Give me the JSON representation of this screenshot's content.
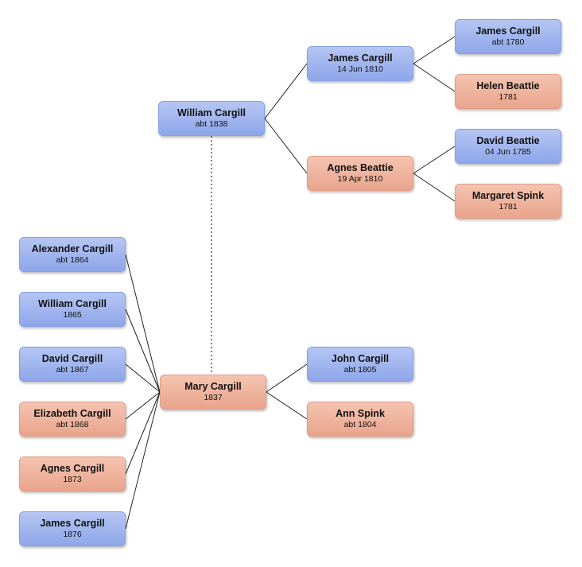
{
  "nodes": [
    {
      "key": "william_cargill_parent",
      "name": "William Cargill",
      "date": "abt 1838",
      "sex": "male"
    },
    {
      "key": "james_cargill_1810",
      "name": "James Cargill",
      "date": "14 Jun 1810",
      "sex": "male"
    },
    {
      "key": "agnes_beattie",
      "name": "Agnes Beattie",
      "date": "19 Apr 1810",
      "sex": "female"
    },
    {
      "key": "james_cargill_1780",
      "name": "James Cargill",
      "date": "abt 1780",
      "sex": "male"
    },
    {
      "key": "helen_beattie",
      "name": "Helen Beattie",
      "date": "1781",
      "sex": "female"
    },
    {
      "key": "david_beattie",
      "name": "David Beattie",
      "date": "04 Jun 1785",
      "sex": "male"
    },
    {
      "key": "margaret_spink",
      "name": "Margaret Spink",
      "date": "1781",
      "sex": "female"
    },
    {
      "key": "mary_cargill",
      "name": "Mary Cargill",
      "date": "1837",
      "sex": "female"
    },
    {
      "key": "john_cargill",
      "name": "John Cargill",
      "date": "abt 1805",
      "sex": "male"
    },
    {
      "key": "ann_spink",
      "name": "Ann Spink",
      "date": "abt 1804",
      "sex": "female"
    },
    {
      "key": "alexander_cargill",
      "name": "Alexander Cargill",
      "date": "abt 1864",
      "sex": "male"
    },
    {
      "key": "william_cargill_child",
      "name": "William Cargill",
      "date": "1865",
      "sex": "male"
    },
    {
      "key": "david_cargill",
      "name": "David Cargill",
      "date": "abt 1867",
      "sex": "male"
    },
    {
      "key": "elizabeth_cargill",
      "name": "Elizabeth Cargill",
      "date": "abt 1868",
      "sex": "female"
    },
    {
      "key": "agnes_cargill",
      "name": "Agnes Cargill",
      "date": "1873",
      "sex": "female"
    },
    {
      "key": "james_cargill_1876",
      "name": "James Cargill",
      "date": "1876",
      "sex": "male"
    }
  ],
  "links": [
    {
      "from": "william_cargill_parent",
      "to": "james_cargill_1810"
    },
    {
      "from": "william_cargill_parent",
      "to": "agnes_beattie"
    },
    {
      "from": "james_cargill_1810",
      "to": "james_cargill_1780"
    },
    {
      "from": "james_cargill_1810",
      "to": "helen_beattie"
    },
    {
      "from": "agnes_beattie",
      "to": "david_beattie"
    },
    {
      "from": "agnes_beattie",
      "to": "margaret_spink"
    },
    {
      "from": "mary_cargill",
      "to": "john_cargill"
    },
    {
      "from": "mary_cargill",
      "to": "ann_spink"
    },
    {
      "from": "mary_cargill",
      "to": "alexander_cargill"
    },
    {
      "from": "mary_cargill",
      "to": "william_cargill_child"
    },
    {
      "from": "mary_cargill",
      "to": "david_cargill"
    },
    {
      "from": "mary_cargill",
      "to": "elizabeth_cargill"
    },
    {
      "from": "mary_cargill",
      "to": "agnes_cargill"
    },
    {
      "from": "mary_cargill",
      "to": "james_cargill_1876"
    }
  ],
  "spouse_links": [
    {
      "from": "william_cargill_parent",
      "to": "mary_cargill",
      "style": "dotted"
    }
  ],
  "colors": {
    "male": "#9bb2ee",
    "female": "#eeae96",
    "line": "#222222"
  }
}
